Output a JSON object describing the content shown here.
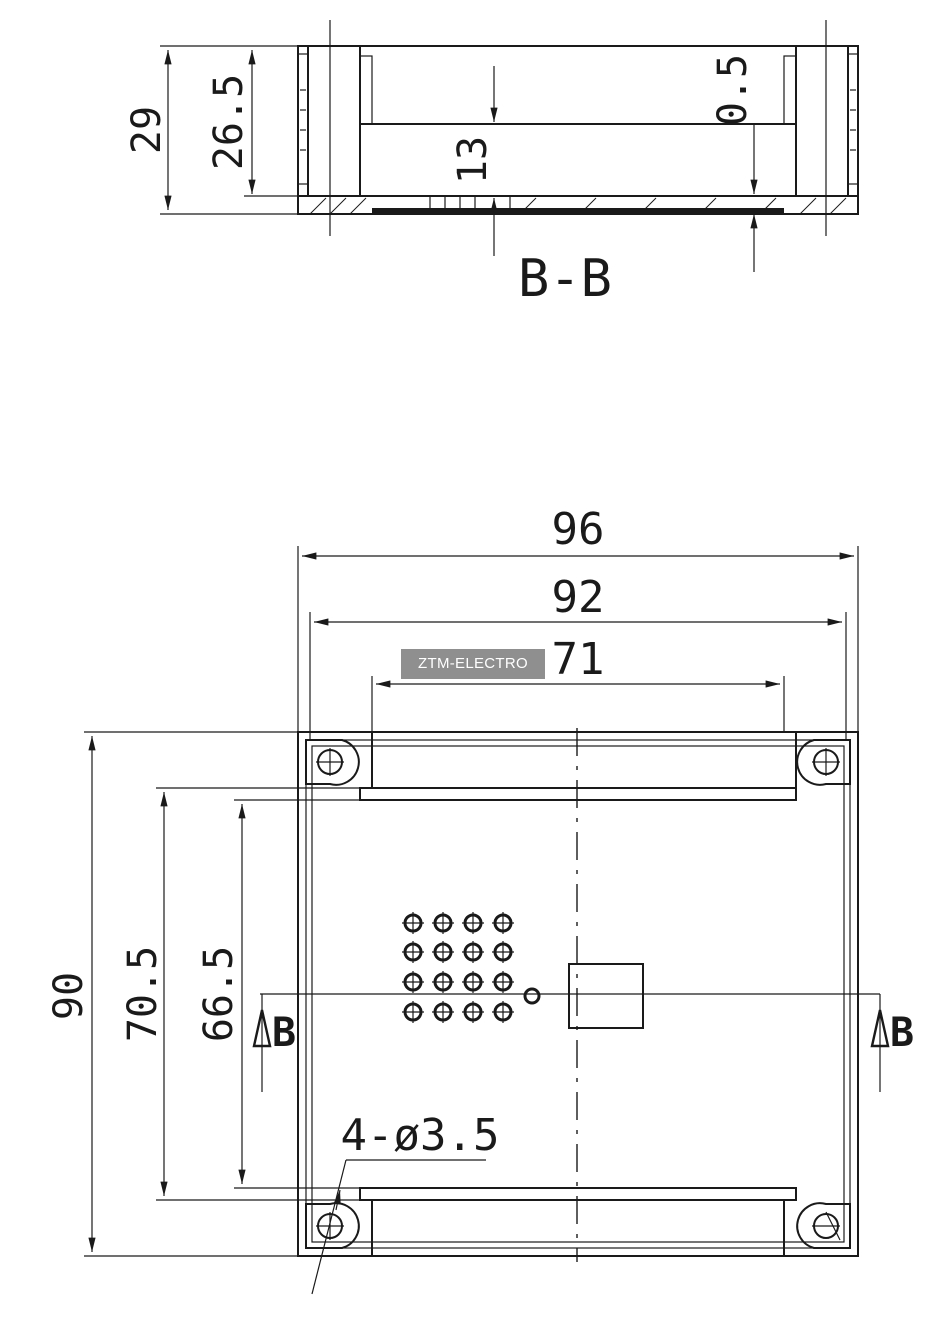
{
  "section_view": {
    "dimensions": {
      "total_height": "29",
      "inner_height": "26.5",
      "pcb_height": "13",
      "thickness": "0.5"
    },
    "label": "B-B"
  },
  "top_view": {
    "dimensions": {
      "outer_width": "96",
      "inner_width": "92",
      "slot_width": "71",
      "outer_height": "90",
      "inner_height": "70.5",
      "slot_height": "66.5",
      "holes": "4-ø3.5"
    },
    "section_marker": "B"
  },
  "watermark": "ZTM-ELECTRO"
}
